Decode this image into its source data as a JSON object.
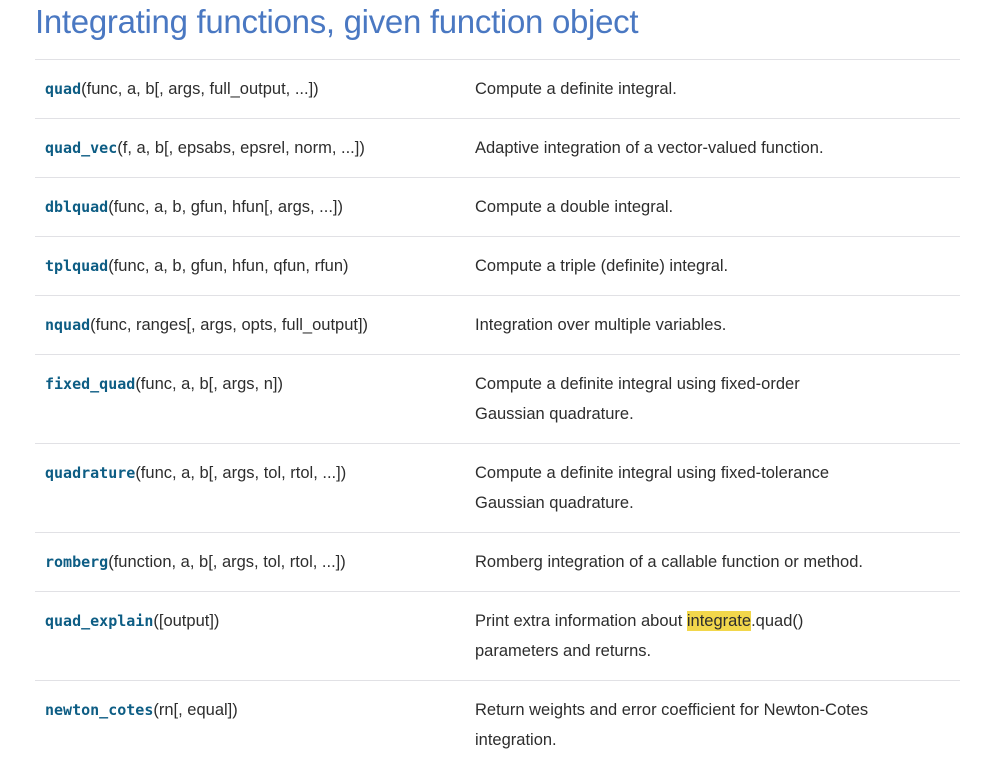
{
  "page": {
    "title": "Integrating functions, given function object"
  },
  "colors": {
    "title_blue": "#4a78c2",
    "function_link": "#0d5d84",
    "body_text": "#2d2d2d",
    "row_divider": "#e1e1e5",
    "search_highlight": "#f2d74b"
  },
  "table": {
    "rows": [
      {
        "name": "quad",
        "params": "(func, a, b[, args, full_output, ...])",
        "desc_line1": "Compute a definite integral.",
        "desc_line2": ""
      },
      {
        "name": "quad_vec",
        "params": "(f, a, b[, epsabs, epsrel, norm, ...])",
        "desc_line1": "Adaptive integration of a vector-valued function.",
        "desc_line2": ""
      },
      {
        "name": "dblquad",
        "params": "(func, a, b, gfun, hfun[, args, ...])",
        "desc_line1": "Compute a double integral.",
        "desc_line2": ""
      },
      {
        "name": "tplquad",
        "params": "(func, a, b, gfun, hfun, qfun, rfun)",
        "desc_line1": "Compute a triple (definite) integral.",
        "desc_line2": ""
      },
      {
        "name": "nquad",
        "params": "(func, ranges[, args, opts, full_output])",
        "desc_line1": "Integration over multiple variables.",
        "desc_line2": ""
      },
      {
        "name": "fixed_quad",
        "params": "(func, a, b[, args, n])",
        "desc_line1": "Compute a definite integral using fixed-order",
        "desc_line2": "Gaussian quadrature."
      },
      {
        "name": "quadrature",
        "params": "(func, a, b[, args, tol, rtol, ...])",
        "desc_line1": "Compute a definite integral using fixed-tolerance",
        "desc_line2": "Gaussian quadrature."
      },
      {
        "name": "romberg",
        "params": "(function, a, b[, args, tol, rtol, ...])",
        "desc_line1": "Romberg integration of a callable function or method.",
        "desc_line2": ""
      },
      {
        "name": "quad_explain",
        "params": "([output])",
        "desc1_pre": "Print extra information about ",
        "desc1_mark": "integrate",
        "desc1_post": ".quad()",
        "desc_line2": "parameters and returns."
      },
      {
        "name": "newton_cotes",
        "params": "(rn[, equal])",
        "desc_line1": "Return weights and error coefficient for Newton-Cotes",
        "desc_line2": "integration."
      }
    ]
  }
}
